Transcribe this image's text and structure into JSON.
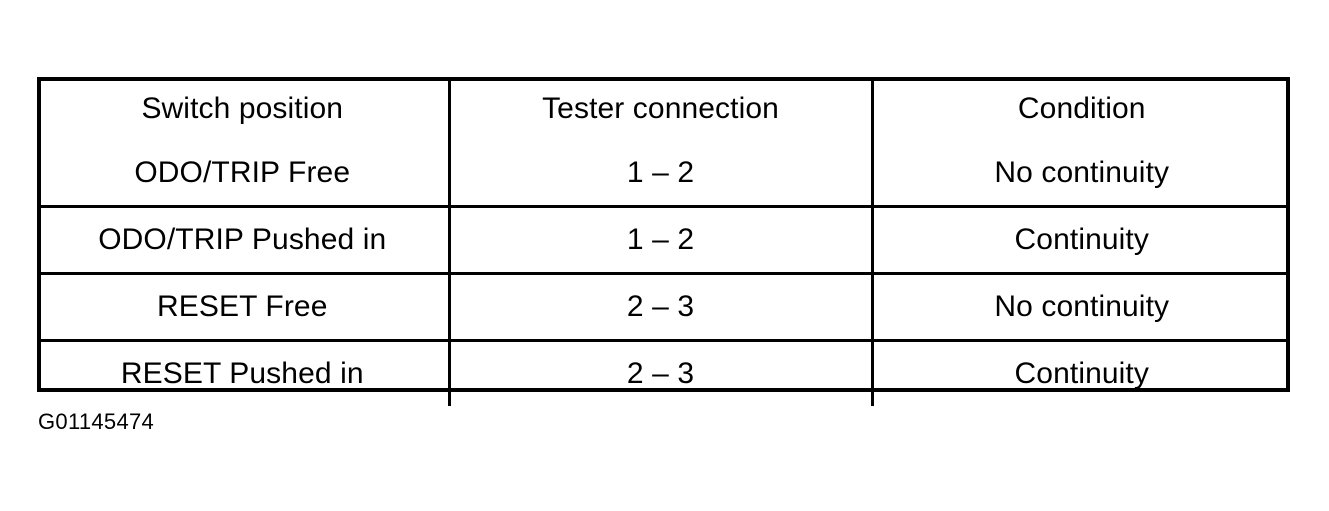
{
  "page": {
    "background_color": "#ffffff",
    "text_color": "#000000"
  },
  "table": {
    "name": "switch-continuity-table",
    "border_color": "#000000",
    "columns": [
      "Switch position",
      "Tester connection",
      "Condition"
    ],
    "rows": [
      {
        "switch_position": "ODO/TRIP Free",
        "tester_connection": "1 – 2",
        "condition": "No continuity"
      },
      {
        "switch_position": "ODO/TRIP Pushed in",
        "tester_connection": "1 – 2",
        "condition": "Continuity"
      },
      {
        "switch_position": "RESET Free",
        "tester_connection": "2 – 3",
        "condition": "No continuity"
      },
      {
        "switch_position": "RESET Pushed in",
        "tester_connection": "2 – 3",
        "condition": "Continuity"
      }
    ]
  },
  "caption": {
    "text": "G01145474"
  }
}
